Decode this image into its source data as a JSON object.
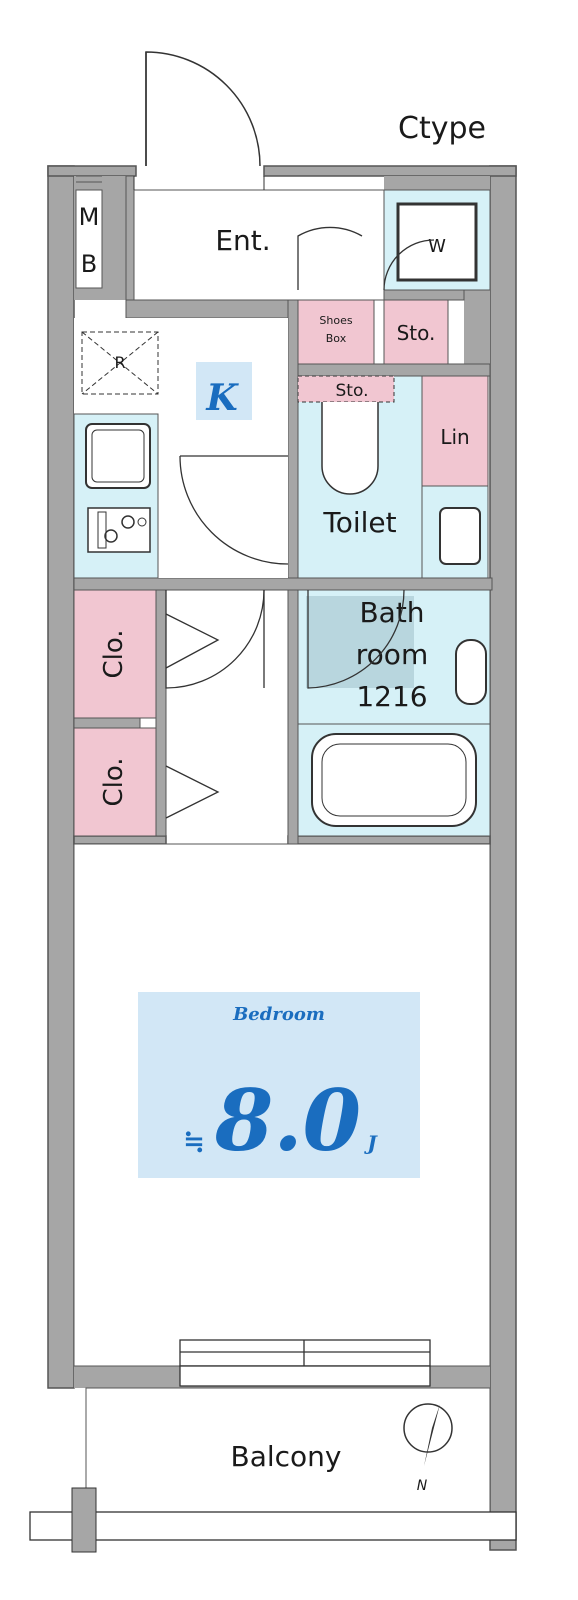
{
  "plan": {
    "type_label": "Ctype",
    "rooms": {
      "entrance": "Ent.",
      "meter_box_top": "M",
      "meter_box_bottom": "B",
      "washer": "W",
      "shoes_box_top": "Shoes",
      "shoes_box_bottom": "Box",
      "storage_upper": "Sto.",
      "storage_toilet": "Sto.",
      "linen": "Lin",
      "kitchen": "K",
      "fridge": "R",
      "toilet": "Toilet",
      "bath_line1": "Bath",
      "bath_line2": "room",
      "bath_line3": "1216",
      "closet_upper": "Clo.",
      "closet_lower": "Clo.",
      "bedroom_label": "Bedroom",
      "bedroom_approx": "≒",
      "bedroom_size": "8.0",
      "bedroom_unit": "J",
      "balcony": "Balcony",
      "north": "N"
    },
    "colors": {
      "wall": "#a6a6a6",
      "wet_area": "#d6f1f7",
      "storage": "#f1c6d1",
      "bath_floor": "#b8d6de",
      "label_blue": "#1a6dbf",
      "bedroom_tile": "#d2e7f6"
    }
  }
}
